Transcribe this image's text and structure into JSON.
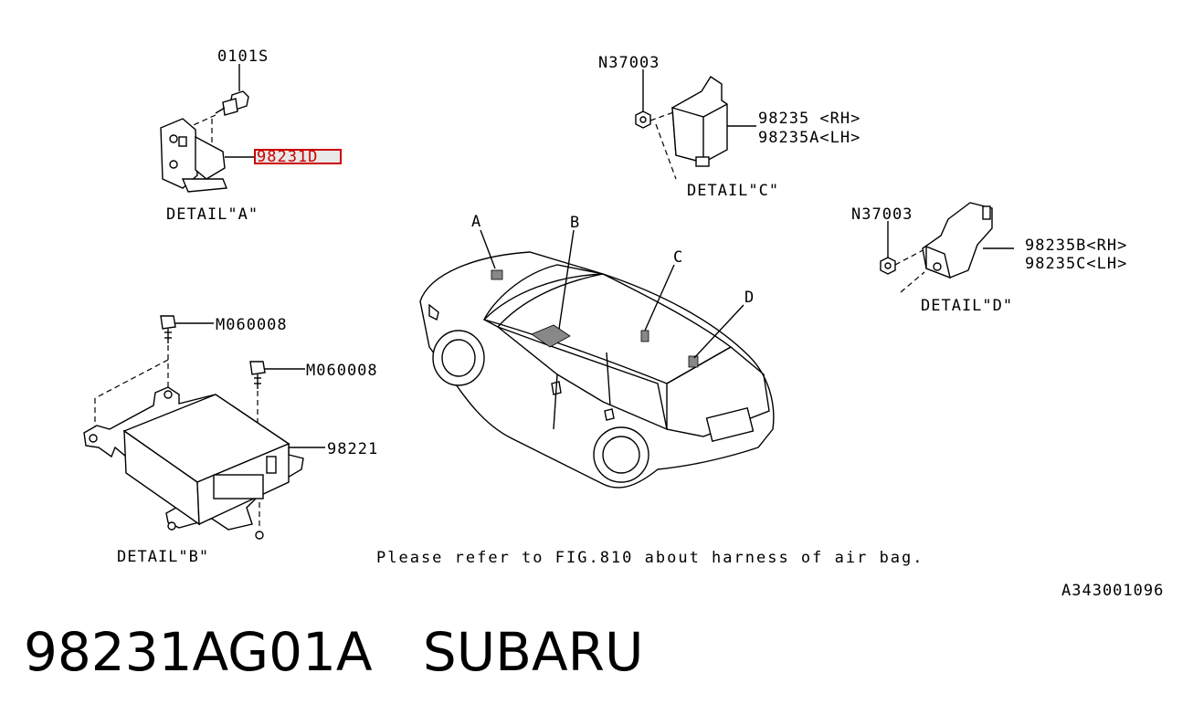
{
  "labels": {
    "a_bolt": "0101S",
    "a_part": "98231D",
    "detail_a": "DETAIL\"A\"",
    "c_nut": "N37003",
    "c_rh": "98235 <RH>",
    "c_lh": "98235A<LH>",
    "detail_c": "DETAIL\"C\"",
    "d_nut": "N37003",
    "d_rh": "98235B<RH>",
    "d_lh": "98235C<LH>",
    "detail_d": "DETAIL\"D\"",
    "b_bolt1": "M060008",
    "b_bolt2": "M060008",
    "b_part": "98221",
    "detail_b": "DETAIL\"B\"",
    "car_a": "A",
    "car_b": "B",
    "car_c": "C",
    "car_d": "D",
    "note": "Please refer to FIG.810 about harness of air bag.",
    "ref_code": "A343001096"
  },
  "footer": {
    "part_number": "98231AG01A",
    "brand": "SUBARU"
  },
  "colors": {
    "highlight": "#cc0000",
    "ink": "#000000"
  }
}
